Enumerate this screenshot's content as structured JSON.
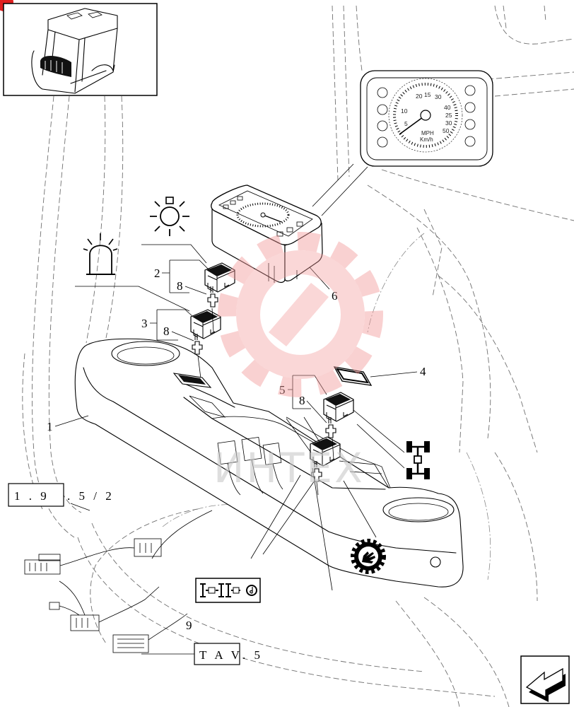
{
  "callouts": {
    "console": "1",
    "switch_work_light": "2",
    "switch_beacon": "3",
    "cover_plate": "4",
    "switch_four_wd": "5",
    "instrument_cluster": "6",
    "connector_a": "8",
    "connector_b": "8",
    "connector_c": "8",
    "symbol_strip": "9"
  },
  "references": [
    {
      "box": "1 . 9",
      "suffix": ". 5 / 2"
    },
    {
      "box": "T A V",
      "suffix": ". 5"
    }
  ],
  "gauge": {
    "unit_mph": "MPH",
    "unit_kmh": "Km/h",
    "scale": [
      "10",
      "20",
      "15",
      "30",
      "40",
      "25",
      "30",
      "50",
      "5"
    ]
  },
  "watermark": {
    "text": "ИНТЕХ"
  },
  "colors": {
    "line": "#000000",
    "hidden_line": "#707070",
    "watermark_gear": "#f29a9a",
    "watermark_text": "#c9c9c9",
    "corner_badge": "#e02020"
  },
  "icons": {
    "work_light": "work-light-icon",
    "beacon": "rotating-beacon-icon",
    "four_wd": "four-wheel-drive-icon",
    "pto": "gear-hand-icon",
    "navigation": "next-page-arrow-icon"
  }
}
